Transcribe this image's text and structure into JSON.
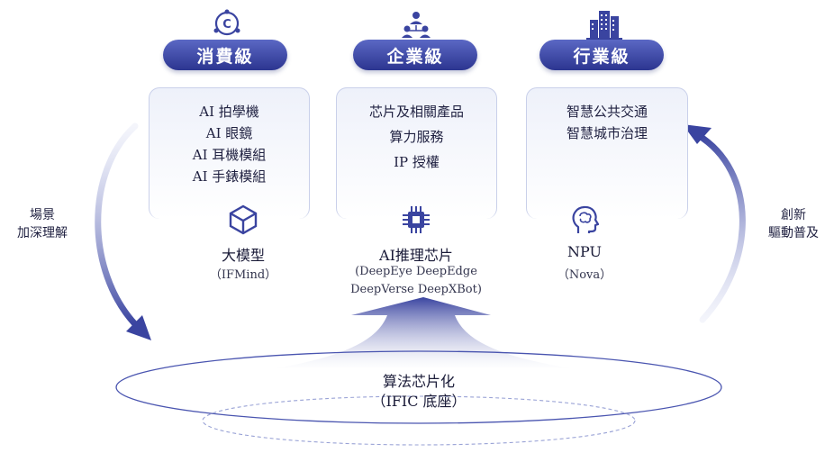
{
  "tiers": [
    {
      "title": "消費級",
      "items": [
        "AI 拍學機",
        "AI 眼鏡",
        "AI 耳機模組",
        "AI 手錶模組"
      ],
      "product": "大模型",
      "product_sub": "（IFMind）",
      "icon": "cube-icon"
    },
    {
      "title": "企業級",
      "items": [
        "芯片及相關產品",
        "算力服務",
        "IP 授權"
      ],
      "product": "AI推理芯片",
      "product_sub_lines": [
        "(DeepEye DeepEdge",
        "DeepVerse DeepXBot)"
      ],
      "icon": "chip-icon"
    },
    {
      "title": "行業級",
      "items": [
        "智慧公共交通",
        "智慧城市治理"
      ],
      "product": "NPU",
      "product_sub": "（Nova）",
      "icon": "brain-head-icon"
    }
  ],
  "left_label": [
    "場景",
    "加深理解"
  ],
  "right_label": [
    "創新",
    "驅動普及"
  ],
  "base": {
    "title": "算法芯片化",
    "subtitle": "（IFIC 底座）"
  },
  "colors": {
    "primary": "#2c3590",
    "accent": "#5b68c4",
    "light": "#eef1fa"
  }
}
